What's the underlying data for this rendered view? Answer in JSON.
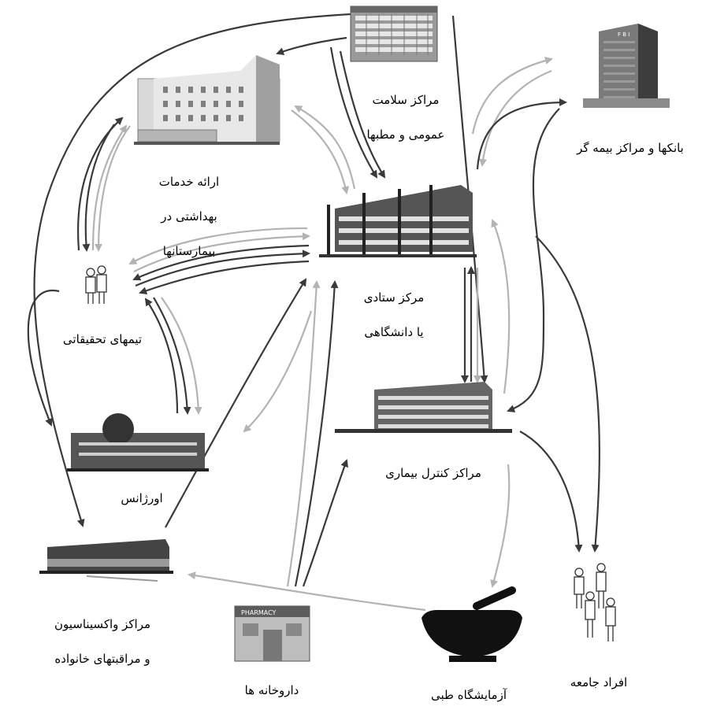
{
  "nodes": {
    "public_health": {
      "lines": [
        "مراکز سلامت",
        "عمومی و مطبها"
      ]
    },
    "banks_insurance": {
      "lines": [
        "بانکها و مراکز بیمه گر"
      ]
    },
    "hospital_services": {
      "lines": [
        "ارائه خدمات",
        "بهداشتی در",
        "بیمارستانها"
      ]
    },
    "headquarters": {
      "lines": [
        "مرکز ستادی",
        "یا دانشگاهی"
      ]
    },
    "research_teams": {
      "lines": [
        "تیمهای تحقیقاتی"
      ]
    },
    "emergency": {
      "lines": [
        "اورژانس"
      ]
    },
    "disease_control": {
      "lines": [
        "مراکز کنترل بیماری"
      ]
    },
    "vaccination": {
      "lines": [
        "مراکز واکسیناسیون",
        "و مراقبتهای خانواده"
      ]
    },
    "pharmacies": {
      "lines": [
        "داروخانه ها"
      ]
    },
    "medical_lab": {
      "lines": [
        "آزمایشگاه طبی"
      ]
    },
    "community": {
      "lines": [
        "افراد جامعه"
      ]
    }
  },
  "logos": {
    "bank_building_sign": "F B I",
    "pharmacy_sign": "PHARMACY"
  },
  "colors": {
    "dark_arrow": "#3a3a3a",
    "light_arrow": "#b3b3b3"
  }
}
